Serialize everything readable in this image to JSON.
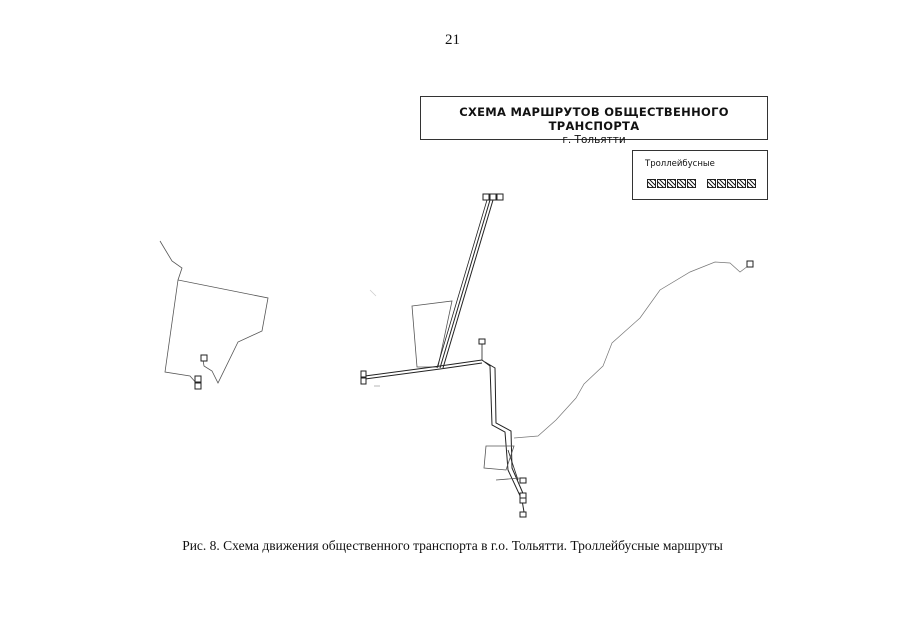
{
  "page": {
    "number": "21"
  },
  "map": {
    "title": "СХЕМА МАРШРУТОВ ОБЩЕСТВЕННОГО ТРАНСПОРТА",
    "city": "г. Тольятти",
    "legend": {
      "title": "Троллейбусные",
      "route_swatch_groups": [
        5,
        5
      ]
    },
    "colors": {
      "route_line": "#222222",
      "boundary_line": "#555555"
    }
  },
  "caption": {
    "text": "Рис. 8. Схема движения общественного транспорта в г.о. Тольятти. Троллейбусные маршруты"
  }
}
